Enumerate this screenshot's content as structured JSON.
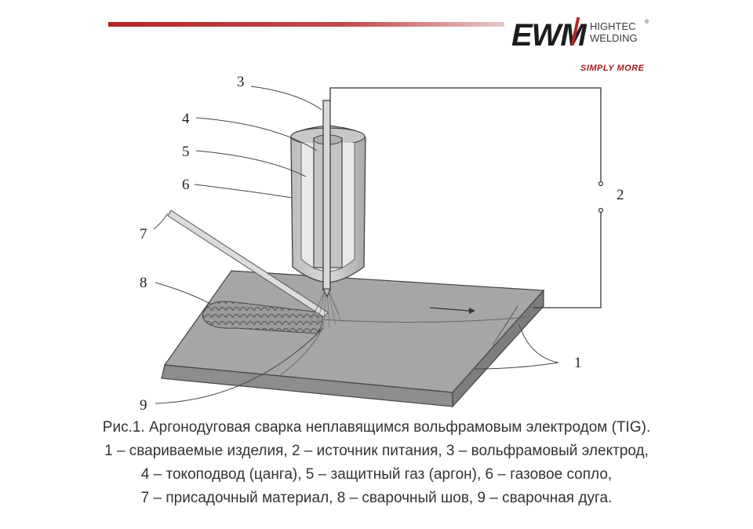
{
  "header": {
    "brand": "EWM",
    "brand_line1": "HIGHTEC",
    "brand_line2": "WELDING",
    "registered_mark": "®",
    "tagline": "SIMPLY MORE",
    "accent_color": "#b32626"
  },
  "callouts": [
    {
      "id": "1",
      "label": "1"
    },
    {
      "id": "2",
      "label": "2"
    },
    {
      "id": "3",
      "label": "3"
    },
    {
      "id": "4",
      "label": "4"
    },
    {
      "id": "5",
      "label": "5"
    },
    {
      "id": "6",
      "label": "6"
    },
    {
      "id": "7",
      "label": "7"
    },
    {
      "id": "8",
      "label": "8"
    },
    {
      "id": "9",
      "label": "9"
    }
  ],
  "caption": {
    "line1": "Рис.1. Аргонодуговая сварка неплавящимся вольфрамовым электродом (TIG).",
    "line2": "1 – свариваемые изделия, 2 – источник питания, 3 – вольфрамовый электрод,",
    "line3": "4 – токоподвод (цанга), 5 – защитный газ (аргон), 6 – газовое сопло,",
    "line4": "7 – присадочный материал, 8 – сварочный шов, 9 – сварочная дуга."
  }
}
